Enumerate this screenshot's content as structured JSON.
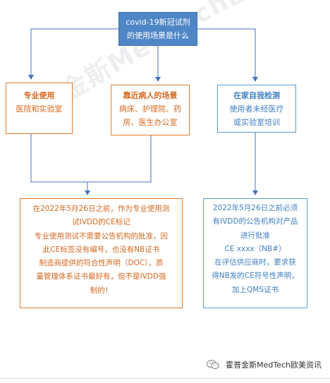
{
  "diagram": {
    "root": {
      "line1": "covid-19新冠试剂",
      "line2": "的使用场景是什么"
    },
    "professional": {
      "title": "专业使用",
      "line1": "医院和实验室"
    },
    "near_patient": {
      "title": "靠近病人的场景",
      "line1": "病床、护理院、药",
      "line2": "房、医生办公室"
    },
    "self_test": {
      "title": "在家自我检测",
      "line1": "使用者未经医疗",
      "line2": "或实验室培训"
    },
    "professional_detail": {
      "line1": "在2022年5月26日之前，作为专业使用测",
      "line2": "试IVDD的CE标记",
      "line3": "专业使用测试不需要公告机构的批准，因",
      "line4": "此CE标签没有编号，也没有NB证书",
      "line5": "制造商提供的符合性声明（DOC），质",
      "line6": "量管理体系证书最好有，但不是IVDD强",
      "line7": "制的！"
    },
    "self_test_detail": {
      "line1": "2022年5月26日之前必须",
      "line2": "有IVDD的公告机构对产品",
      "line3": "进行批准",
      "line4": "CE xxxx（NB#）",
      "line5": "在评估供应商时，要求获",
      "line6": "得NB发的CE符号性声明，",
      "line7": "加上QMS证书"
    }
  },
  "watermark": "霍普金斯MedTech欧美资讯",
  "footer": {
    "icon": "wechat-icon",
    "text": "霍普金斯MedTech欧美资讯"
  },
  "colors": {
    "root_fill": "#4f86c6",
    "orange": "#e07b2c",
    "blue": "#5b9bd5",
    "connector": "#4472c4"
  }
}
